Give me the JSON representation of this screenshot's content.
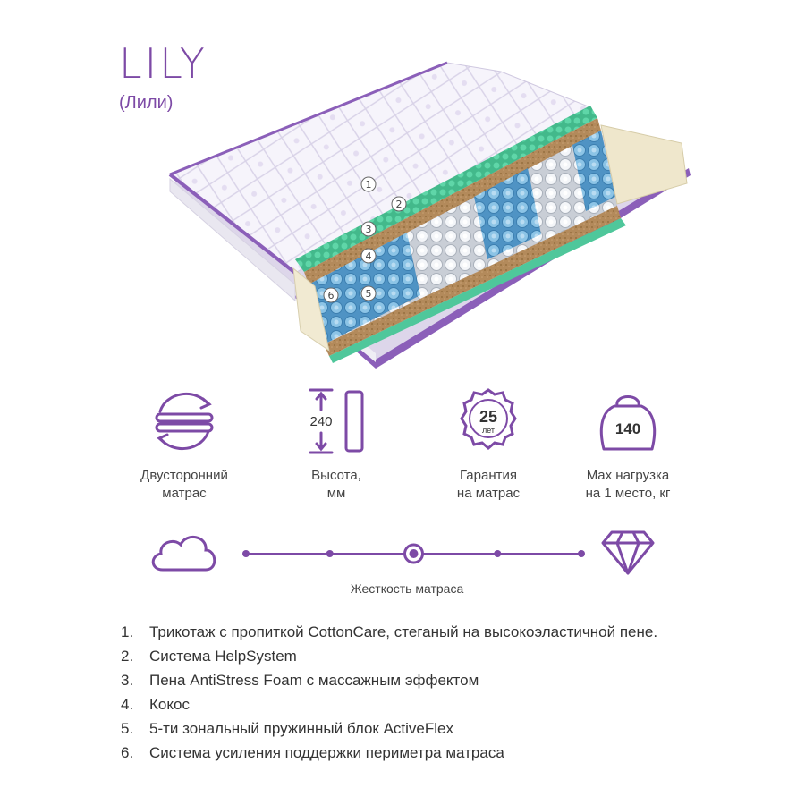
{
  "product": {
    "title": "LILY",
    "subtitle": "(Лили)"
  },
  "layer_markers": [
    "1",
    "2",
    "3",
    "4",
    "5",
    "6"
  ],
  "features": [
    {
      "icon": "double-sided-mattress-icon",
      "label": "Двусторонний\nматрас"
    },
    {
      "icon": "height-icon",
      "value": "240",
      "label": "Высота,\nмм"
    },
    {
      "icon": "warranty-badge-icon",
      "value": "25",
      "unit": "лет",
      "label": "Гарантия\nна матрас"
    },
    {
      "icon": "weight-icon",
      "value": "140",
      "label": "Max нагрузка\nна 1 место, кг"
    }
  ],
  "stiffness": {
    "label": "Жесткость матраса",
    "left_icon": "cloud-icon",
    "right_icon": "diamond-icon",
    "levels": 5,
    "selected_level": 3
  },
  "legend": [
    {
      "num": "1.",
      "text": "Трикотаж с пропиткой CottonCare, стеганый на высокоэластичной пене."
    },
    {
      "num": "2.",
      "text": "Система HelpSystem"
    },
    {
      "num": "3.",
      "text": "Пена AntiStress Foam с массажным эффектом"
    },
    {
      "num": "4.",
      "text": "Кокос"
    },
    {
      "num": "5.",
      "text": "5-ти зональный пружинный блок ActiveFlex"
    },
    {
      "num": "6.",
      "text": "Система усиления поддержки периметра матраса"
    }
  ],
  "colors": {
    "accent": "#7d4aa6",
    "foam_green": "#4fc79b",
    "coconut": "#b08656",
    "spring_blue": "#6aaed6",
    "spring_white": "#eef1f5"
  }
}
